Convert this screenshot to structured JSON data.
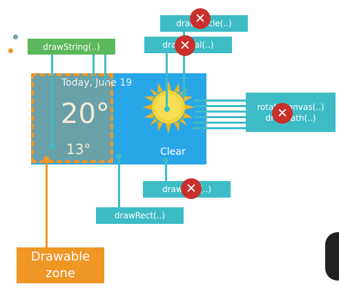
{
  "widget": {
    "date": "Today, June 19",
    "temperature": "20°",
    "low_temperature": "13°",
    "condition": "Clear"
  },
  "labels": {
    "draw_string": "drawString(..)",
    "draw_circle": "drawCircle(..)",
    "draw_oval": "drawOval(..)",
    "rotate_canvas": "rotateCanvas(..)",
    "draw_path": "drawPath(..)",
    "draw_text": "drawText(..)",
    "draw_rect": "drawRect(..)",
    "drawable_zone": "Drawable zone"
  },
  "colors": {
    "widget_blue": "#29a6e8",
    "teal": "#3dbcc5",
    "green": "#5cb85c",
    "orange": "#ef9625",
    "x_red": "#c9302c",
    "sun_yellow": "#f3d436"
  },
  "icons": [
    "sun-icon",
    "x-icon"
  ]
}
